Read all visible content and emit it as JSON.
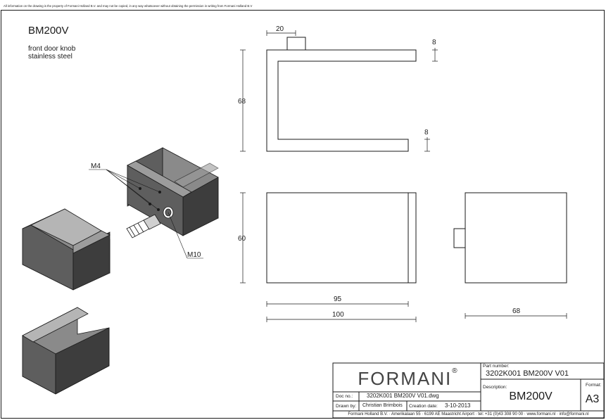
{
  "notice": "All information on the drawing is the property of Formani Holland B.V. and may not be copied, in any way whatsoever without obtaining the permission in writing from Formani Holland B.V",
  "header": {
    "title": "BM200V",
    "description_line1": "front door knob",
    "description_line2": "stainless steel"
  },
  "callouts": {
    "m4": "M4",
    "m10": "M10"
  },
  "dimensions": {
    "top_width": "20",
    "thickness_top": "8",
    "thickness_bottom": "8",
    "side_height": "68",
    "front_height": "60",
    "inner_width": "95",
    "outer_width": "100",
    "side_width": "68"
  },
  "title_block": {
    "logo": "FORMANI",
    "logo_mark": "®",
    "part_number_label": "Part number:",
    "part_number": "3202K001 BM200V V01",
    "description_label": "Description:",
    "description": "BM200V",
    "format_label": "Format:",
    "format": "A3",
    "doc_no_label": "Doc no.:",
    "doc_no": "3202K001 BM200V V01.dwg",
    "drawn_by_label": "Drawn by:",
    "drawn_by": "Christian Brimbois",
    "creation_date_label": "Creation date:",
    "creation_date": "3-10-2013",
    "footer": "Formani Holland B.V. · Amerikalaan 55 · 6199 AE Maastricht Airport · tel: +31 (0)43 308 90 00 · www.formani.nl · info@formani.nl"
  },
  "colors": {
    "line": "#1a1a1a",
    "solid_face": "#5e5e5e",
    "solid_top": "#8a8a8a",
    "solid_dark": "#3d3d3d"
  }
}
